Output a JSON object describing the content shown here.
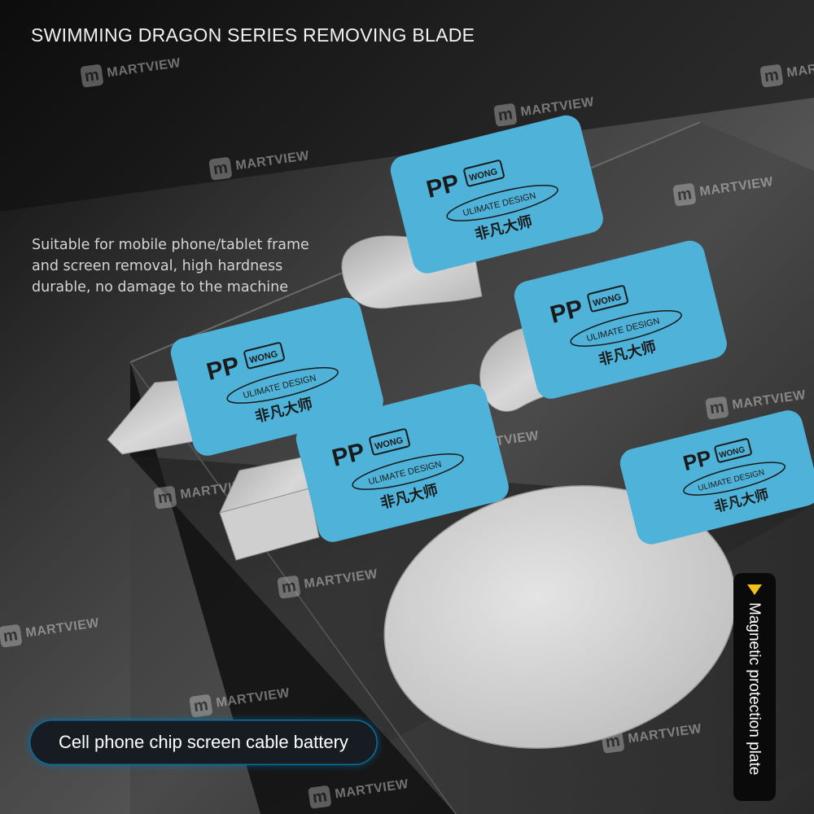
{
  "title": "SWIMMING DRAGON SERIES REMOVING BLADE",
  "description": [
    "Suitable for mobile phone/tablet frame",
    "and screen removal, high hardness",
    "durable, no damage to the machine"
  ],
  "badge_text": "Cell phone chip screen cable battery",
  "vertical_label": "Magnetic protection plate",
  "watermark": {
    "text": "MARTVIEW",
    "logo": "m"
  },
  "blade_card": {
    "brand": "PP",
    "brand_sub": "WONG",
    "tagline": "ULIMATE DESIGN",
    "chinese": "非凡大师"
  },
  "colors": {
    "card": "#4fb3d9",
    "metal": "#c9c9c9",
    "pill_border": "#0c6fa0",
    "triangle": "#f3c21a"
  }
}
